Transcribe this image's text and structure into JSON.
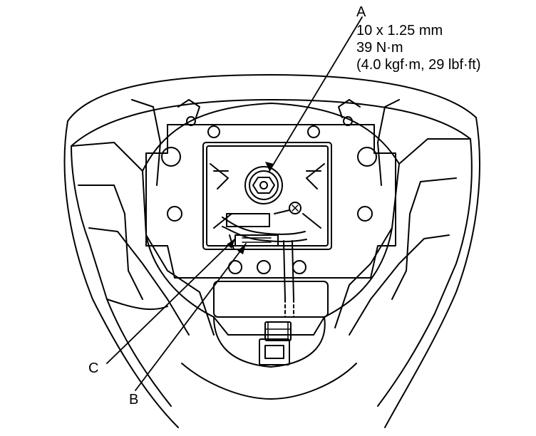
{
  "labels": {
    "a": "A",
    "b": "B",
    "c": "C"
  },
  "spec_a": {
    "line1": "10 x 1.25 mm",
    "line2": "39 N·m",
    "line3": "(4.0 kgf·m, 29 lbf·ft)"
  },
  "colors": {
    "line": "#000000",
    "background": "#ffffff"
  }
}
